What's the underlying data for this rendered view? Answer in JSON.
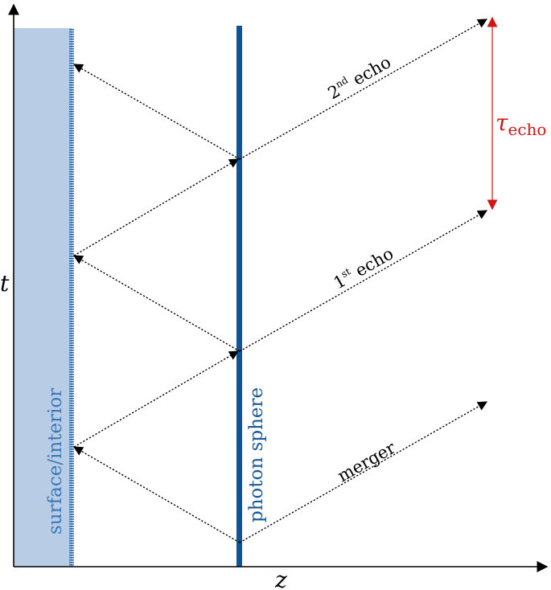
{
  "axes": {
    "x_label": "z",
    "y_label": "t"
  },
  "regions": {
    "surface_label": "surface/interior",
    "photon_sphere_label": "photon sphere"
  },
  "echo_labels": {
    "merger": "merger",
    "first": {
      "number": "1",
      "suffix": "st",
      "word": " echo"
    },
    "second": {
      "number": "2",
      "suffix": "nd",
      "word": " echo"
    }
  },
  "tau": {
    "symbol": "τ",
    "subscript": "echo"
  },
  "colors": {
    "surface_fill": "#b8cce6",
    "surface_edge": "#2e6bb0",
    "photon_sphere": "#0d5593",
    "photon_sphere_label": "#1a5a9a",
    "surface_label": "#3a78b8",
    "tau": "#d21414"
  }
}
